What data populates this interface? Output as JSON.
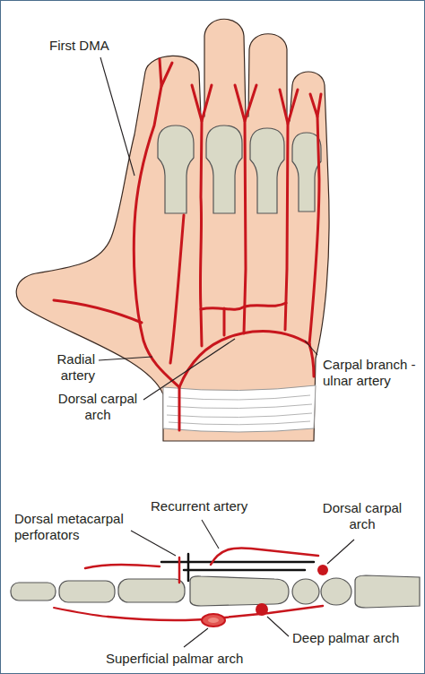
{
  "diagram": {
    "labels": [
      "First DMA",
      "Radial artery",
      "Dorsal carpal arch",
      "Carpal branch -ulnar artery",
      "Dorsal metacarpal perforators",
      "Recurrent artery",
      "Dorsal carpal arch",
      "Deep palmar arch",
      "Superficial palmar arch"
    ]
  }
}
